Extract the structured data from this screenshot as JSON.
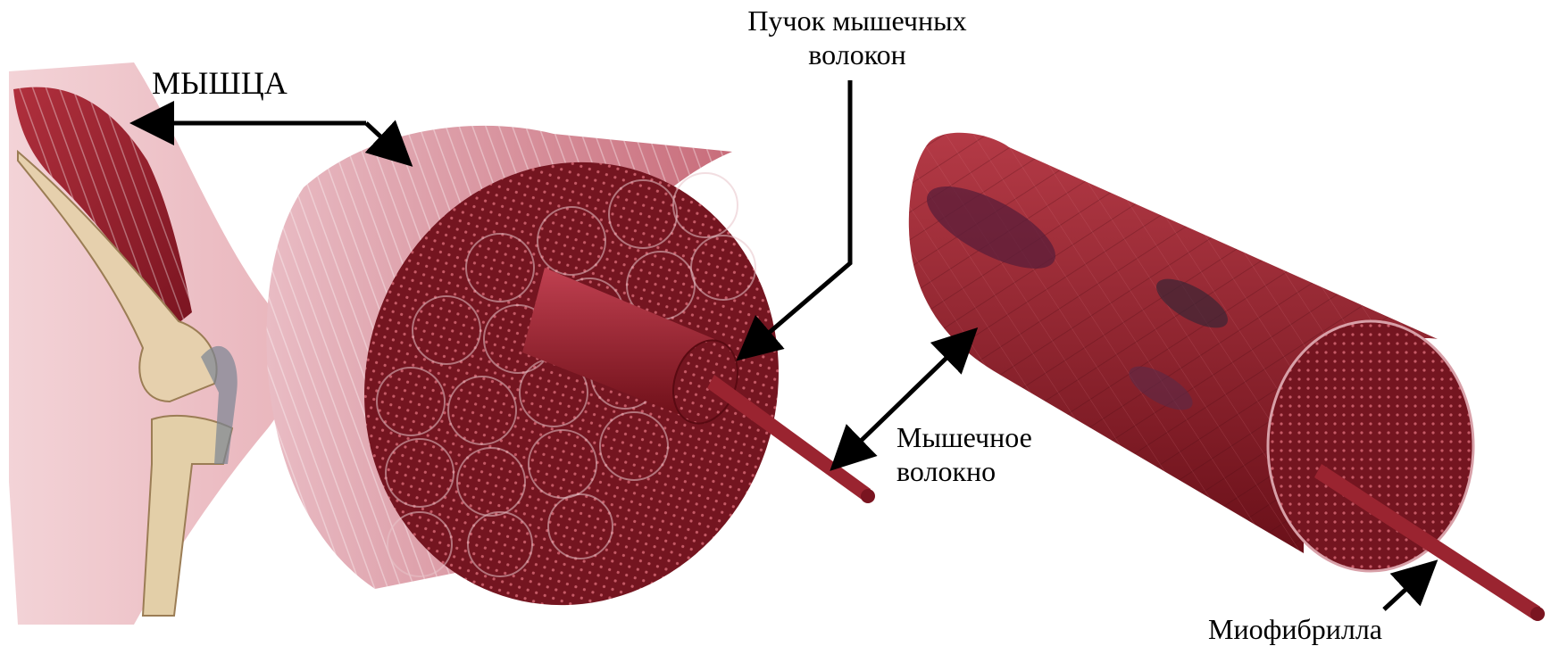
{
  "labels": {
    "muscle": "МЫШЦА",
    "bundle_line1": "Пучок мышечных",
    "bundle_line2": "волокон",
    "fiber_line1": "Мышечное",
    "fiber_line2": "волокно",
    "myofibril": "Миофибрилла"
  },
  "colors": {
    "background": "#ffffff",
    "muscle_dark": "#6e0f18",
    "muscle_mid": "#9c2a33",
    "muscle_light": "#d98a95",
    "muscle_pale": "#ecc6cc",
    "bone": "#e3cfa8",
    "arrow": "#000000"
  }
}
